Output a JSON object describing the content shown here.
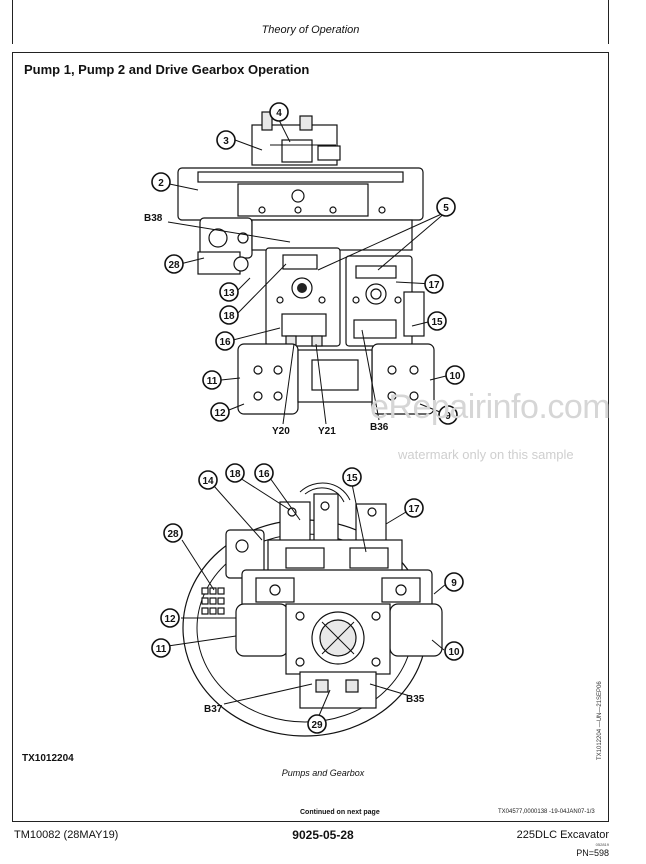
{
  "header": {
    "title": "Theory of Operation"
  },
  "section": {
    "title": "Pump 1, Pump 2 and Drive Gearbox Operation"
  },
  "figure": {
    "id": "TX1012204",
    "side_ref": "TX1012204 —UN—21SEP06",
    "caption": "Pumps and Gearbox",
    "top_callouts": [
      "2",
      "3",
      "4",
      "5",
      "9",
      "10",
      "11",
      "12",
      "13",
      "15",
      "16",
      "17",
      "18",
      "28"
    ],
    "top_labels": [
      "B38",
      "Y20",
      "Y21",
      "B36"
    ],
    "bottom_callouts": [
      "9",
      "10",
      "11",
      "12",
      "14",
      "15",
      "16",
      "17",
      "18",
      "28",
      "29"
    ],
    "bottom_labels": [
      "B37",
      "B35"
    ]
  },
  "watermark": {
    "line1": "eRepairinfo.com",
    "line2": "watermark only on this sample"
  },
  "continued": "Continued on next page",
  "doc_ref": "TX04577,0000138 -19-04JAN07-1/3",
  "footer": {
    "manual": "TM10082 (28MAY19)",
    "page": "9025-05-28",
    "model": "225DLC Excavator",
    "tiny": "052819",
    "pn": "PN=598"
  }
}
